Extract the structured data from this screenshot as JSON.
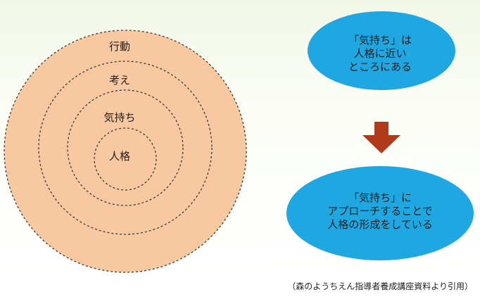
{
  "diagram": {
    "circles": {
      "outer_label": "行動",
      "second_label": "考え",
      "third_label": "気持ち",
      "inner_label": "人格"
    },
    "bubble_top": {
      "lines": [
        "「気持ち」は",
        "人格に近い",
        "ところにある"
      ]
    },
    "bubble_bottom": {
      "lines": [
        "「気持ち」に",
        "アプローチすることで",
        "人格の形成をしている"
      ]
    },
    "colors": {
      "circle_fill": "#f8c9a0",
      "bubble_fill": "#1fa7e1",
      "arrow_fill": "#b13a1a",
      "background_tint": "#f2f7e7"
    }
  },
  "caption": "（森のようちえん指導者養成講座資料より引用）"
}
